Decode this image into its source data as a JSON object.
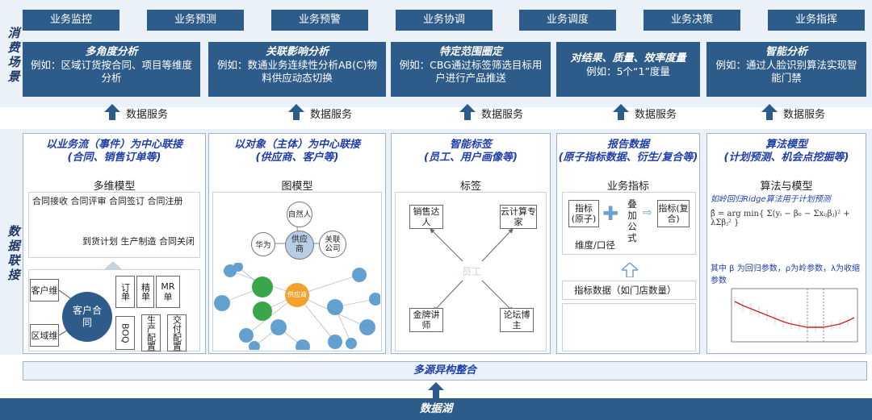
{
  "side_labels": {
    "consumption": "消费场景",
    "linkage": "数据联接"
  },
  "tabs": [
    "业务监控",
    "业务预测",
    "业务预警",
    "业务协调",
    "业务调度",
    "业务决策",
    "业务指挥"
  ],
  "cards": [
    {
      "title": "多角度分析",
      "desc": "例如：区域订货按合同、项目等维度分析"
    },
    {
      "title": "关联影响分析",
      "desc": "例如：数通业务连续性分析AB(C)物料供应动态切换"
    },
    {
      "title": "特定范围圈定",
      "desc": "例如：CBG通过标签筛选目标用户进行产品推送"
    },
    {
      "title": "对结果、质量、效率度量",
      "desc": "例如：5个“1”度量"
    },
    {
      "title": "智能分析",
      "desc": "例如：通过人脸识别算法实现智能门禁"
    }
  ],
  "data_service": "数据服务",
  "panels": {
    "p1": {
      "title": "以业务流（事件）为中心联接",
      "subtitle": "(合同、销售订单等)",
      "model": "多维模型",
      "row1": "合同接收 合同评审 合同签订 合同注册",
      "row2": "到货计划 生产制造 合同关闭",
      "dim1": "客户维",
      "dim2": "区域维",
      "center": "客户合同",
      "facts": [
        "订单",
        "精单",
        "MR单",
        "BOQ",
        "生产配置",
        "交付配置"
      ]
    },
    "p2": {
      "title": "以对象（主体）为中心联接",
      "subtitle": "(供应商、客户等)",
      "model": "图模型",
      "center": "供应商",
      "nodes": [
        "自然人",
        "华为",
        "关联公司"
      ],
      "hub": "供应商"
    },
    "p3": {
      "title": "智能标签",
      "subtitle": "(员工、用户画像等)",
      "model": "标签",
      "tags": [
        "销售达人",
        "云计算专家",
        "金牌讲师",
        "论坛博主"
      ],
      "center": "员工"
    },
    "p4": {
      "title": "报告数据",
      "subtitle": "(原子指标数据、衍生/复合等)",
      "model": "业务指标",
      "atomic": "指标(原子)",
      "op": "叠加公式",
      "composite": "指标(复合)",
      "dims": "维度/口径",
      "base": "指标数据（如门店数量）"
    },
    "p5": {
      "title": "算法模型",
      "subtitle": "(计划预测、机会点挖掘等)",
      "model": "算法与模型",
      "example": "如岭回归Ridge算法用于计划预测",
      "note": "其中 β 为回归参数，ρ为岭参数，λ为收缩参数",
      "formula": "β̂ = arg min{ Σ(yᵢ − β₀ − Σxᵢⱼβⱼ)² + λΣβⱼ² }"
    }
  },
  "foot": "多源异构整合",
  "lake": "数据湖",
  "colors": {
    "dark": "#2e5c8a",
    "light": "#eaf1f9",
    "accent": "#1f3fa8"
  }
}
